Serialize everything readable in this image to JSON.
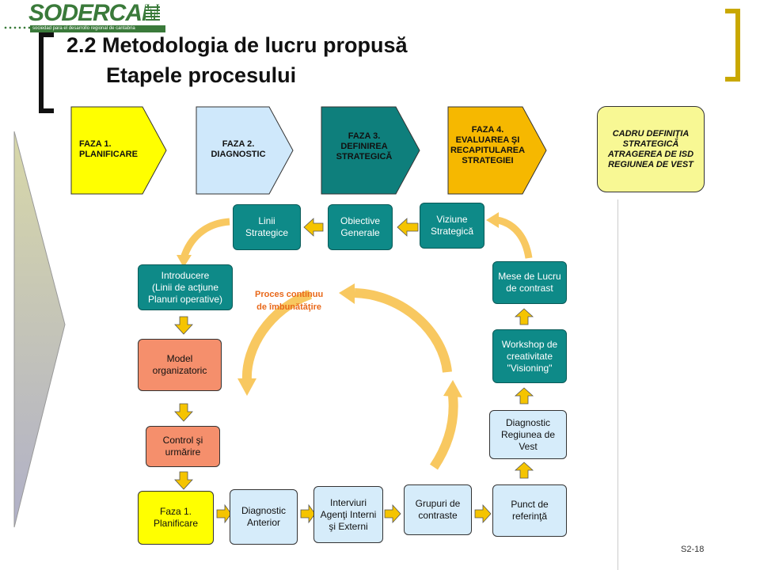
{
  "logo": {
    "name": "SODERCAN",
    "tagline": "sociedad para el desarrollo regional de cantabria"
  },
  "title": {
    "line1": "2.2 Metodologia de lucru propusă",
    "line2": "Etapele procesului"
  },
  "phases": [
    {
      "label": "FAZA 1.\nPLANIFICARE",
      "color": "#ffff00"
    },
    {
      "label": "FAZA 2.\nDIAGNOSTIC",
      "color": "#cfe8fb"
    },
    {
      "label": "FAZA 3.\nDEFINIREA\nSTRATEGICĂ",
      "color": "#0e7f7c"
    },
    {
      "label": "FAZA 4.\nEVALUAREA ŞI\nRECAPITULAREA\nSTRATEGIEI",
      "color": "#f6b800"
    }
  ],
  "cadru": "CADRU  DEFINIŢIA\nSTRATEGICĂ\nATRAGEREA DE ISD\nREGIUNEA DE VEST",
  "process_boxes": {
    "linii": "Linii\nStrategice",
    "obiective": "Obiective\nGenerale",
    "viziune": "Viziune\nStrategică",
    "introducere": "Introducere\n(Linii de acţiune\nPlanuri operative)",
    "mese": "Mese de Lucru\nde contrast",
    "model": "Model\norganizatoric",
    "workshop": "Workshop de\ncreativitate\n\"Visioning\"",
    "control": "Control şi\nurmărire",
    "diag_vest": "Diagnostic\nRegiunea de\nVest",
    "faza1": "Faza 1.\nPlanificare",
    "diag_ant": "Diagnostic\nAnterior",
    "interviuri": "Interviuri\nAgenţi Interni\nşi Externi",
    "grupuri": "Grupuri de\ncontraste",
    "punct": "Punct de\nreferinţă"
  },
  "cycle_label": "Proces continuu\nde îmbunătăţire",
  "slide_number": "S2-18",
  "colors": {
    "accent_orange": "#e8681a",
    "arrow_yellow": "#f5c400",
    "bracket": "#c9a800"
  }
}
